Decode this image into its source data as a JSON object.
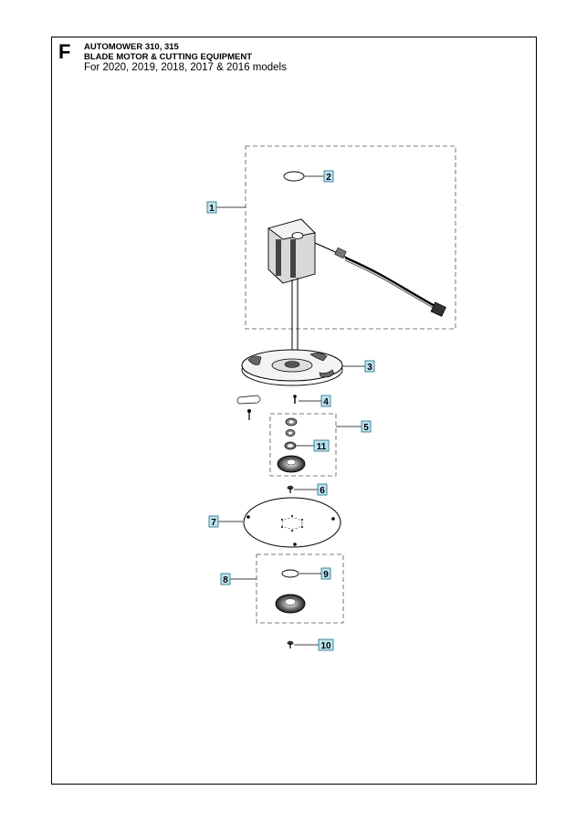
{
  "header": {
    "section_letter": "F",
    "model_line": "AUTOMOWER 310, 315",
    "assembly_line": "BLADE MOTOR & CUTTING EQUIPMENT",
    "models_line": "For 2020, 2019, 2018, 2017 & 2016 models"
  },
  "callouts": {
    "c1": "1",
    "c2": "2",
    "c3": "3",
    "c4": "4",
    "c5": "5",
    "c6": "6",
    "c7": "7",
    "c8": "8",
    "c9": "9",
    "c10": "10",
    "c11": "11"
  },
  "colors": {
    "callout_fill": "#bfe3ee",
    "callout_border": "#1a6f8a",
    "line": "#000000"
  }
}
